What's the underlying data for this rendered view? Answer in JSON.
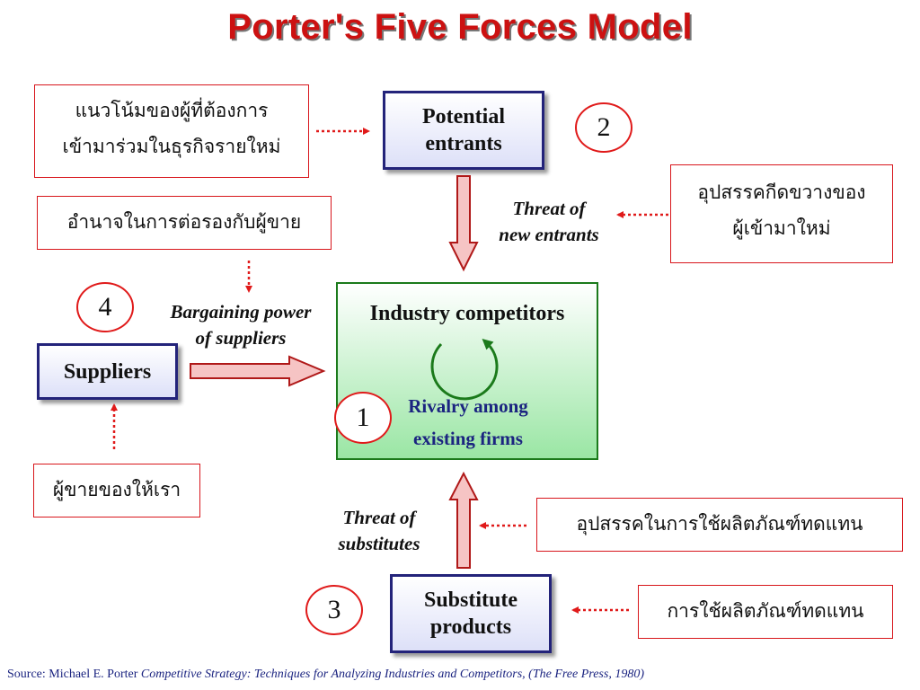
{
  "title": "Porter's Five Forces Model",
  "boxes": {
    "potential_entrants": [
      "Potential",
      "entrants"
    ],
    "suppliers": "Suppliers",
    "substitute_products": [
      "Substitute",
      "products"
    ],
    "industry_competitors": "Industry competitors",
    "rivalry": [
      "Rivalry among",
      "existing firms"
    ]
  },
  "numbers": {
    "n1": "1",
    "n2": "2",
    "n3": "3",
    "n4": "4"
  },
  "labels": {
    "new_entrants": [
      "Threat of",
      "new entrants"
    ],
    "bargaining": [
      "Bargaining power",
      "of suppliers"
    ],
    "substitutes": [
      "Threat of",
      "substitutes"
    ]
  },
  "thai": {
    "trend": [
      "แนวโน้มของผู้ที่ต้องการ",
      "เข้ามาร่วมในธุรกิจรายใหม่"
    ],
    "bargaining": "อำนาจในการต่อรองกับผู้ขาย",
    "barrier": [
      "อุปสรรคกีดขวางของ",
      "ผู้เข้ามาใหม่"
    ],
    "supplier": "ผู้ขายของให้เรา",
    "sub_barrier": "อุปสรรคในการใช้ผลิตภัณฑ์ทดแทน",
    "sub_use": "การใช้ผลิตภัณฑ์ทดแทน"
  },
  "source": {
    "prefix": "Source: Michael E. Porter ",
    "citation": "Competitive Strategy: Techniques for Analyzing Industries and Competitors, (The Free Press, 1980)"
  },
  "colors": {
    "title": "#cc1111",
    "box_border": "#23237a",
    "center_border": "#1b7a1b",
    "thai_border": "#d8161c",
    "dotted": "#e01a1a",
    "arrow_fill": "#f6c4c4",
    "arrow_stroke": "#b01818"
  }
}
